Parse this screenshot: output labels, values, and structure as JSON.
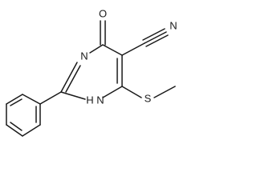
{
  "molecule": {
    "atoms": {
      "oxygen": "O",
      "nitrogen_top": "N",
      "nitrogen_nh": "N",
      "hydrogen_nh": "H",
      "nitrile_n": "N",
      "sulfur": "S"
    }
  }
}
